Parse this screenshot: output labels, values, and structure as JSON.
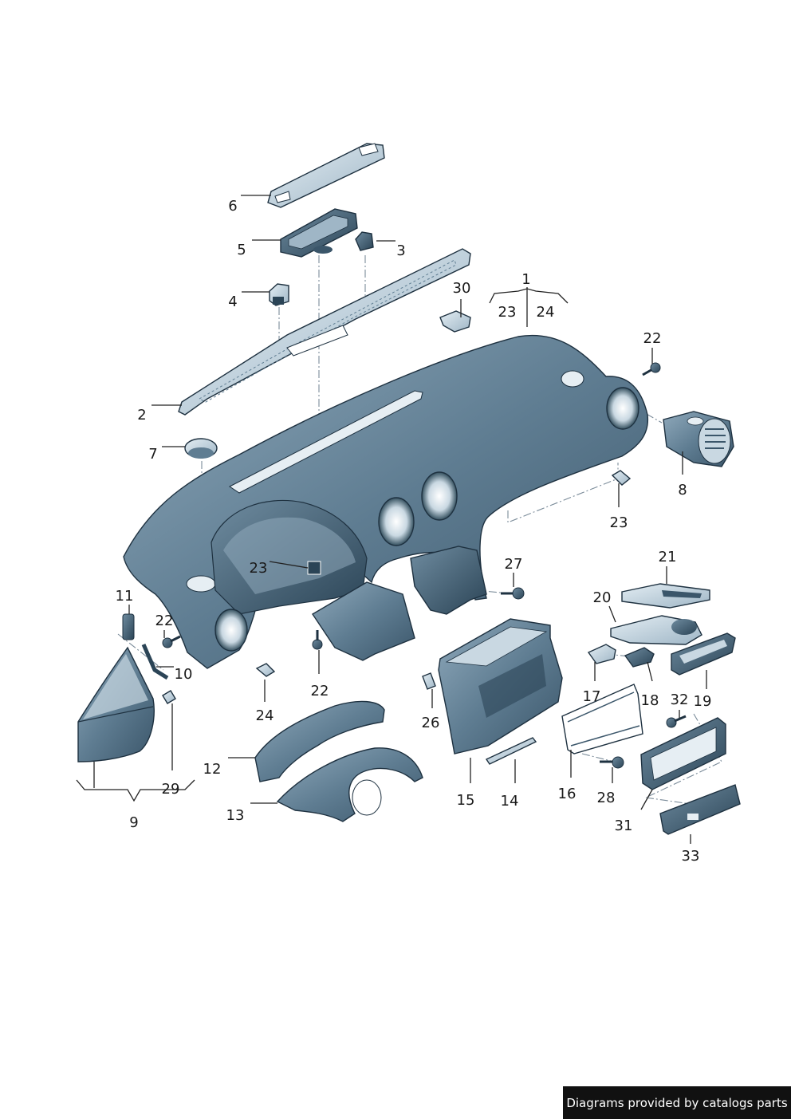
{
  "diagram": {
    "callouts": {
      "c1": "1",
      "c2": "2",
      "c3": "3",
      "c4": "4",
      "c5": "5",
      "c6": "6",
      "c7": "7",
      "c8": "8",
      "c9": "9",
      "c10": "10",
      "c11": "11",
      "c12": "12",
      "c13": "13",
      "c14": "14",
      "c15": "15",
      "c16": "16",
      "c17": "17",
      "c18": "18",
      "c19": "19",
      "c20": "20",
      "c21": "21",
      "c22a": "22",
      "c22b": "22",
      "c22c": "22",
      "c23a": "23",
      "c23b": "23",
      "c23c": "23",
      "c24a": "24",
      "c24b": "24",
      "c26": "26",
      "c27": "27",
      "c28": "28",
      "c29": "29",
      "c30": "30",
      "c31": "31",
      "c32": "32",
      "c33": "33"
    },
    "colors": {
      "part_fill": "#5f7d92",
      "part_light": "#c9d8e2",
      "part_dark": "#2b4456",
      "outline": "#1e3140"
    }
  },
  "footer": {
    "credit": "Diagrams provided by catalogs parts"
  }
}
